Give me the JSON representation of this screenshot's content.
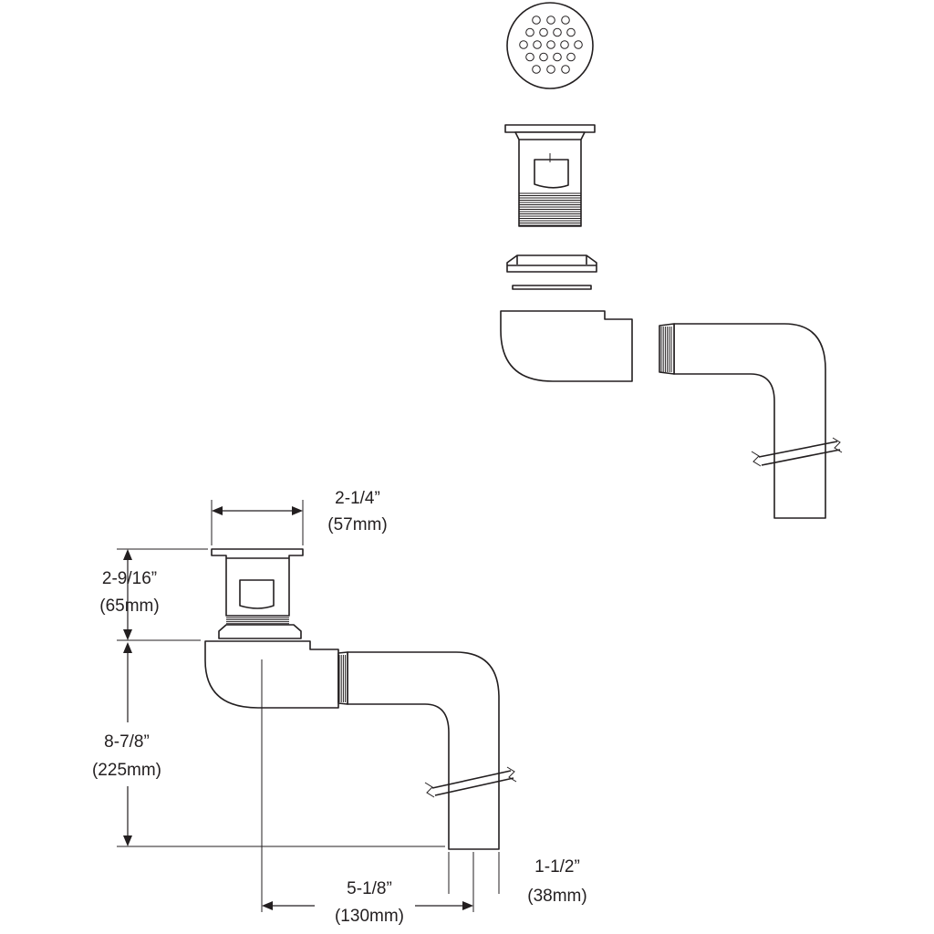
{
  "dimensions": {
    "grid_width": {
      "imperial": "2-1/4”",
      "metric": "(57mm)"
    },
    "strainer_height": {
      "imperial": "2-9/16”",
      "metric": "(65mm)"
    },
    "overall_height": {
      "imperial": "8-7/8”",
      "metric": "(225mm)"
    },
    "horizontal_offset": {
      "imperial": "5-1/8”",
      "metric": "(130mm)"
    },
    "tailpiece_diameter": {
      "imperial": "1-1/2”",
      "metric": "(38mm)"
    }
  }
}
